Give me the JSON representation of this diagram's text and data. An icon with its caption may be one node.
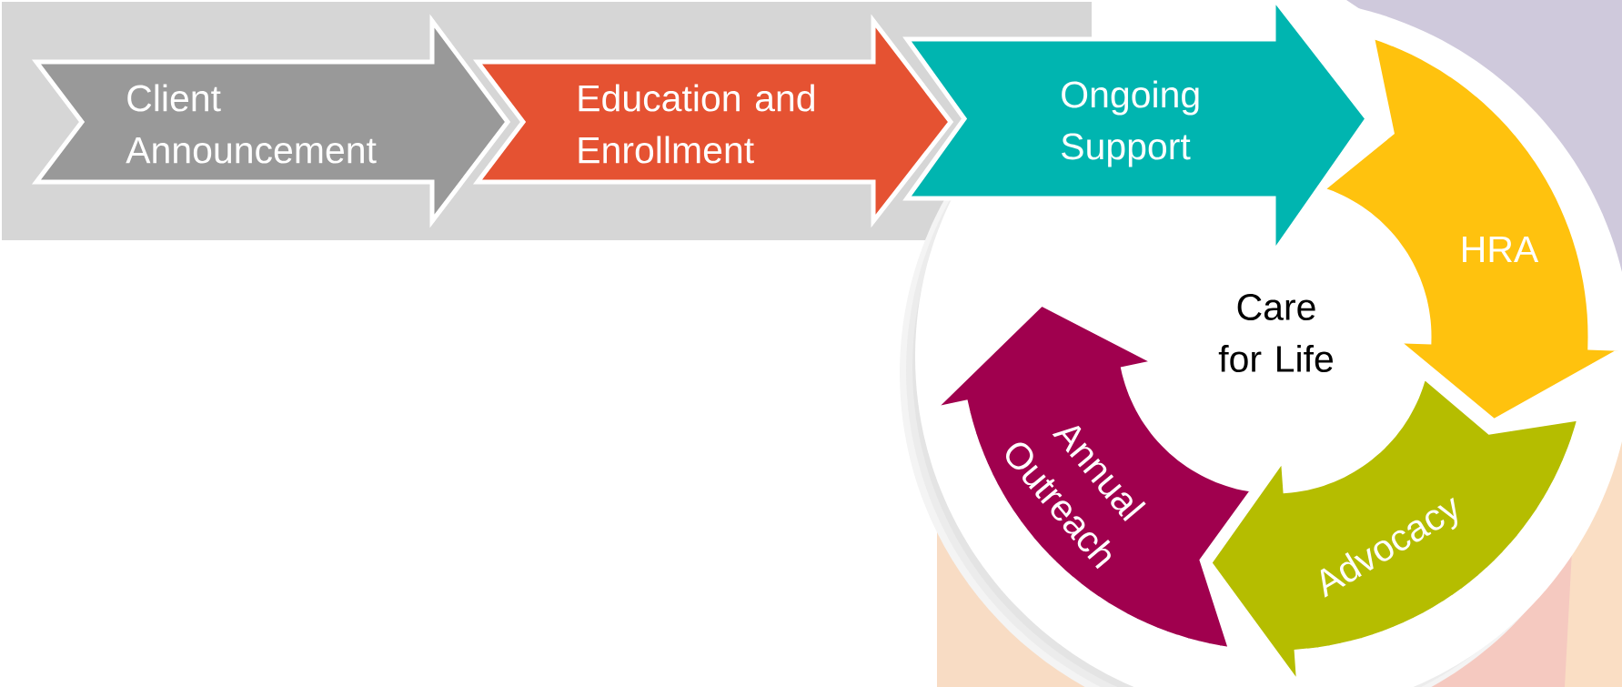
{
  "diagram": {
    "nodes": [
      {
        "text": [
          "Client Announcement"
        ]
      },
      {
        "text": [
          "Education and Enrollment"
        ]
      },
      {
        "text": [
          "Ongoing Support"
        ]
      },
      {
        "text": [
          "HRA"
        ]
      },
      {
        "text": [
          "Advocacy"
        ]
      },
      {
        "text": [
          "Annual Outreach"
        ]
      }
    ],
    "labels": [
      "Care for Life"
    ]
  }
}
